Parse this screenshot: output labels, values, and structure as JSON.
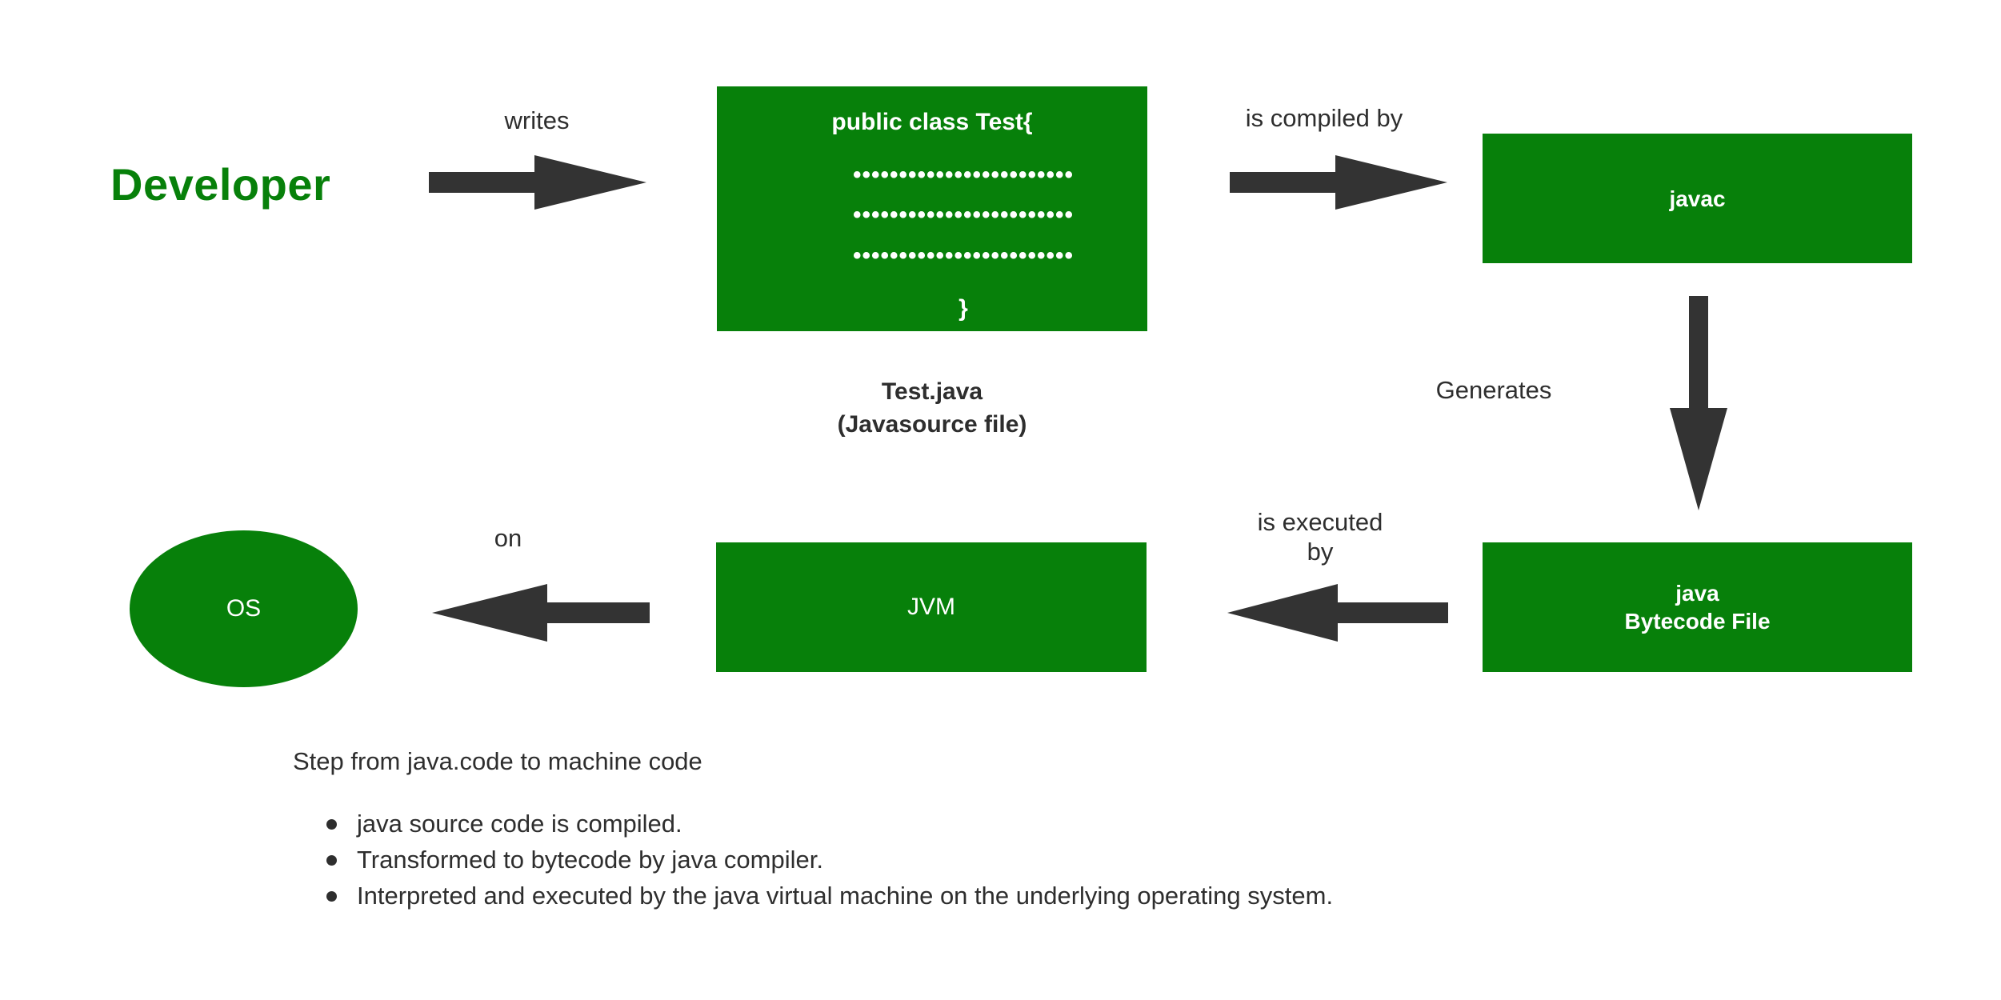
{
  "diagram": {
    "title_note": "Step from java.code to machine code",
    "actor": {
      "label": "Developer"
    },
    "nodes": {
      "source_box": {
        "code_head": "public class Test{",
        "dots_line_1": "••••••••••••••••••••••••",
        "dots_line_2": "••••••••••••••••••••••••",
        "dots_line_3": "••••••••••••••••••••••••",
        "code_close": "}"
      },
      "source_caption_line1": "Test.java",
      "source_caption_line2": "(Javasource file)",
      "javac_box": {
        "label": "javac"
      },
      "bytecode_box": {
        "label_line1": "java",
        "label_line2": "Bytecode File"
      },
      "jvm_box": {
        "label": "JVM"
      },
      "os_ellipse": {
        "label": "OS"
      }
    },
    "edges": {
      "writes": "writes",
      "is_compiled_by": "is compiled by",
      "generates": "Generates",
      "is_executed_by": "is executed\nby",
      "on": "on"
    },
    "notes": [
      "java source code is compiled.",
      "Transformed to bytecode by java compiler.",
      "Interpreted and executed by the java virtual machine on the underlying operating system."
    ],
    "colors": {
      "green": "#07800a",
      "arrow_dark": "#333333",
      "text_dark": "#2e2e2e",
      "background": "#ffffff"
    }
  }
}
